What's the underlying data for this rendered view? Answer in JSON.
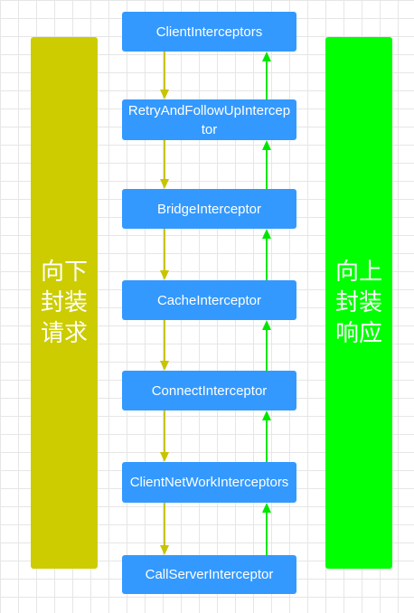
{
  "left_panel": {
    "text": "向下封装请求",
    "color": "#cccc00"
  },
  "right_panel": {
    "text": "向上封装响应",
    "color": "#00ff00"
  },
  "interceptors": [
    "ClientInterceptors",
    "RetryAndFollowUpInterceptor",
    "BridgeInterceptor",
    "CacheInterceptor",
    "ConnectInterceptor",
    "ClientNetWorkInterceptors",
    "CallServerInterceptor"
  ],
  "colors": {
    "node": "#3399ff",
    "down_arrow": "#c8c400",
    "up_arrow": "#00e600"
  }
}
